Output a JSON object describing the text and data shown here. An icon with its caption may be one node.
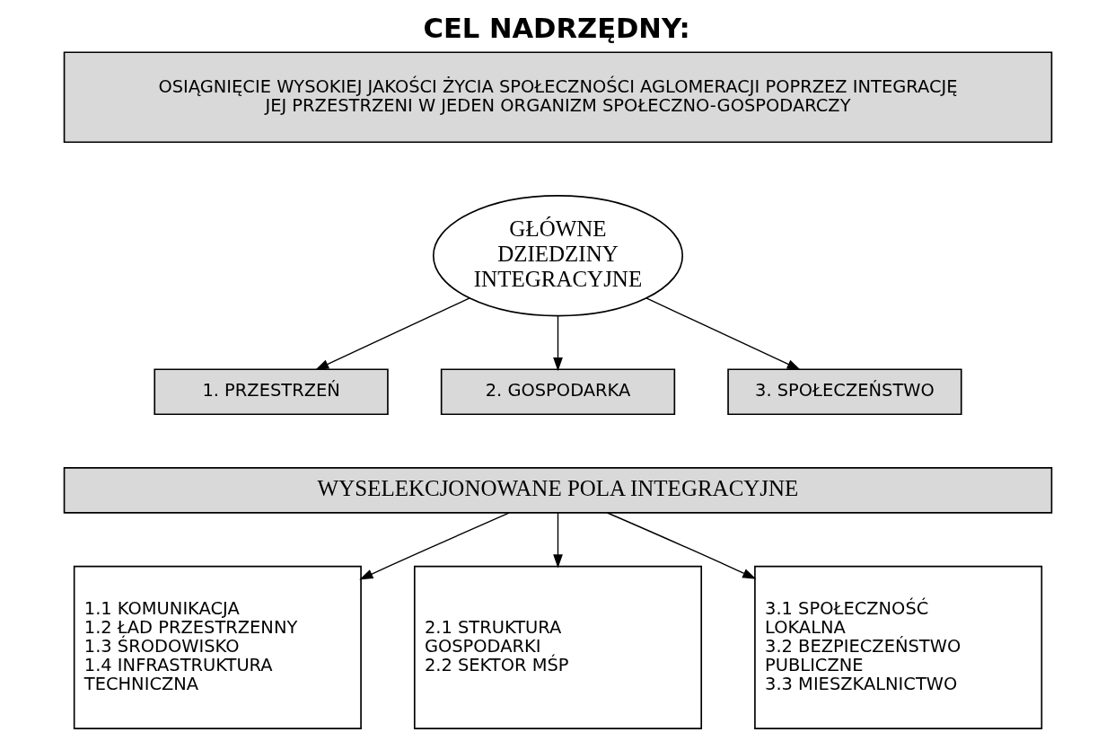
{
  "diagram": {
    "title": "CEL NADRZĘDNY:",
    "nodes": [
      {
        "text": [
          "OSIĄGNIĘCIE WYSOKIEJ JAKOŚCI ŻYCIA SPOŁECZNOŚCI AGLOMERACJI POPRZEZ INTEGRACJĘ JEJ PRZESTRZENI W JEDEN ORGANIZM SPOŁECZNO-GOSPODARCZY"
        ]
      },
      {
        "text": [
          "GŁÓWNE DZIEDZINY INTEGRACYJNE"
        ]
      },
      {
        "text": [
          "1. PRZESTRZEŃ"
        ]
      },
      {
        "text": [
          "2. GOSPODARKA"
        ]
      },
      {
        "text": [
          "3. SPOŁECZEŃSTWO"
        ]
      },
      {
        "text": [
          "WYSELEKCJONOWANE POLA INTEGRACYJNE"
        ]
      },
      {
        "text": [
          "1.1 KOMUNIKACJA",
          "1.2 ŁAD PRZESTRZENNY",
          "1.3 ŚRODOWISKO",
          "1.4 INFRASTRUKTURA TECHNICZNA"
        ]
      },
      {
        "text": [
          "2.1 STRUKTURA GOSPODARKI",
          "2.2 SEKTOR MŚP"
        ]
      },
      {
        "text": [
          "3.1 SPOŁECZNOŚĆ LOKALNA",
          "3.2 BEZPIECZEŃSTWO PUBLICZNE",
          "3.3 MIESZKALNICTWO"
        ]
      }
    ],
    "edges": [
      {
        "from": 1,
        "to": 2,
        "arrow": "to"
      },
      {
        "from": 1,
        "to": 3,
        "arrow": "to"
      },
      {
        "from": 1,
        "to": 4,
        "arrow": "to"
      },
      {
        "from": 5,
        "to": 6,
        "arrow": "to"
      },
      {
        "from": 5,
        "to": 7,
        "arrow": "to"
      },
      {
        "from": 5,
        "to": 8,
        "arrow": "to"
      }
    ]
  }
}
